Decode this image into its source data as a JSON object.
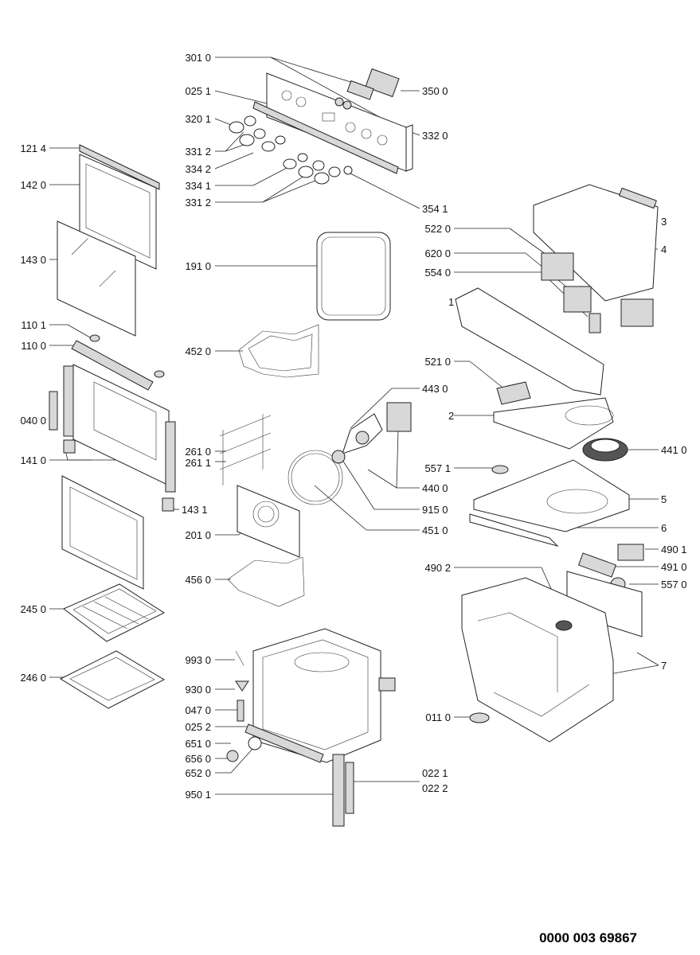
{
  "document_number": "0000 003 69867",
  "callouts": {
    "c3010": "301 0",
    "c0251": "025 1",
    "c3201": "320 1",
    "c3312a": "331 2",
    "c3342": "334 2",
    "c3341": "334 1",
    "c3312b": "331 2",
    "c3500": "350 0",
    "c3320": "332 0",
    "c3541": "354 1",
    "c1214": "121 4",
    "c1420": "142 0",
    "c1430": "143 0",
    "c1101": "110 1",
    "c1100": "110 0",
    "c0400": "040 0",
    "c1410": "141 0",
    "c1431": "143 1",
    "c2450": "245 0",
    "c2460": "246 0",
    "c1910": "191 0",
    "c4520": "452 0",
    "c2610": "261 0",
    "c2611": "261 1",
    "c2010": "201 0",
    "c4560": "456 0",
    "c4430": "443 0",
    "c4400": "440 0",
    "c9150": "915 0",
    "c4510": "451 0",
    "c5220": "522 0",
    "c6200": "620 0",
    "c5540": "554 0",
    "c5210": "521 0",
    "c5571": "557 1",
    "c4410": "441 0",
    "c4901": "490 1",
    "c4902": "490 2",
    "c4910": "491 0",
    "c5570": "557 0",
    "c0110": "011 0",
    "c9930": "993 0",
    "c9300": "930 0",
    "c0470": "047 0",
    "c0252": "025 2",
    "c6510": "651 0",
    "c6560": "656 0",
    "c6520": "652 0",
    "c9501": "950 1",
    "c0221": "022 1",
    "c0222": "022 2",
    "n1": "1",
    "n2": "2",
    "n3": "3",
    "n4": "4",
    "n5": "5",
    "n6": "6",
    "n7": "7"
  }
}
